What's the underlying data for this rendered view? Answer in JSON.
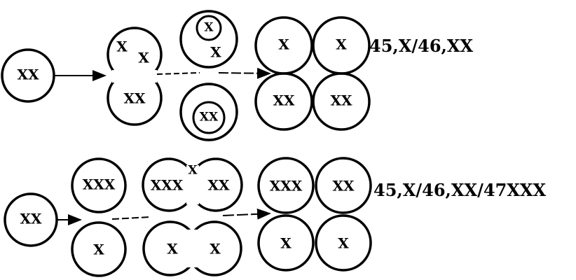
{
  "top": {
    "start": "XX",
    "dividing_top_a": "X",
    "dividing_top_b": "X",
    "dividing_bottom": "XX",
    "daughter_top_inner": "X",
    "daughter_top_outer": "X",
    "daughter_bottom_inner": "XX",
    "result": [
      "X",
      "X",
      "XX",
      "XX"
    ],
    "karyotype": "45,X/46,XX"
  },
  "bottom": {
    "start": "XX",
    "split_top": "XXX",
    "split_bottom": "X",
    "merged_left": "XXX",
    "merged_mid": "X",
    "merged_right": "XX",
    "pair_left": "X",
    "pair_right": "X",
    "result": [
      "XXX",
      "XX",
      "X",
      "X"
    ],
    "karyotype": "45,X/46,XX/47XXX"
  }
}
